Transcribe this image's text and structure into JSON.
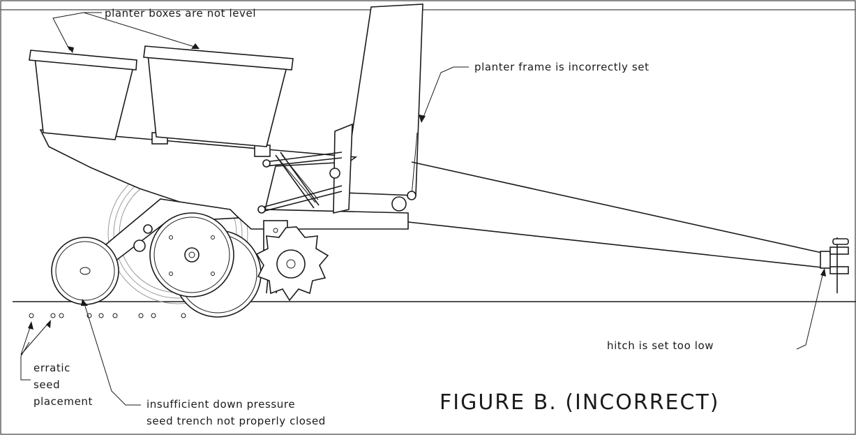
{
  "figure": {
    "caption": "FIGURE B. (INCORRECT)",
    "annotations": {
      "planter_boxes": "planter boxes are not level",
      "planter_frame": "planter frame is incorrectly set",
      "hitch": "hitch is set too low",
      "erratic_line1": "erratic",
      "erratic_line2": "seed",
      "erratic_line3": "placement",
      "pressure_line1": "insufficient down pressure",
      "pressure_line2": "seed trench not properly closed"
    }
  }
}
